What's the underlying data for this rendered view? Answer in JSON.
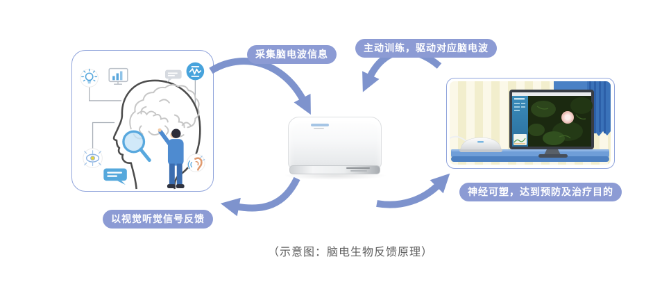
{
  "caption": "（示意图：脑电生物反馈原理）",
  "flow_labels": {
    "collect": "采集脑电波信息",
    "train": "主动训练，驱动对应脑电波",
    "feedback": "以视觉听觉信号反馈",
    "neuro": "神经可塑，达到预防及治疗目的"
  },
  "colors": {
    "pill_bg": "#8c9bd4",
    "pill_text": "#ffffff",
    "arrow": "#7e93cd",
    "card_border": "#8fa3db",
    "caption_text": "#5e5e5e",
    "accent_blue": "#55a6dc"
  },
  "icons": {
    "left_card": [
      "lightbulb-icon",
      "chart-monitor-icon",
      "speech-bubble-icon",
      "brainwave-icon",
      "ai-eye-icon",
      "ear-icon",
      "chat-bubble-icon",
      "magnifier-icon"
    ],
    "right_card": [
      "computer-monitor-icon",
      "dome-device-icon",
      "curtain-icon",
      "desk-icon",
      "flower-image"
    ]
  }
}
